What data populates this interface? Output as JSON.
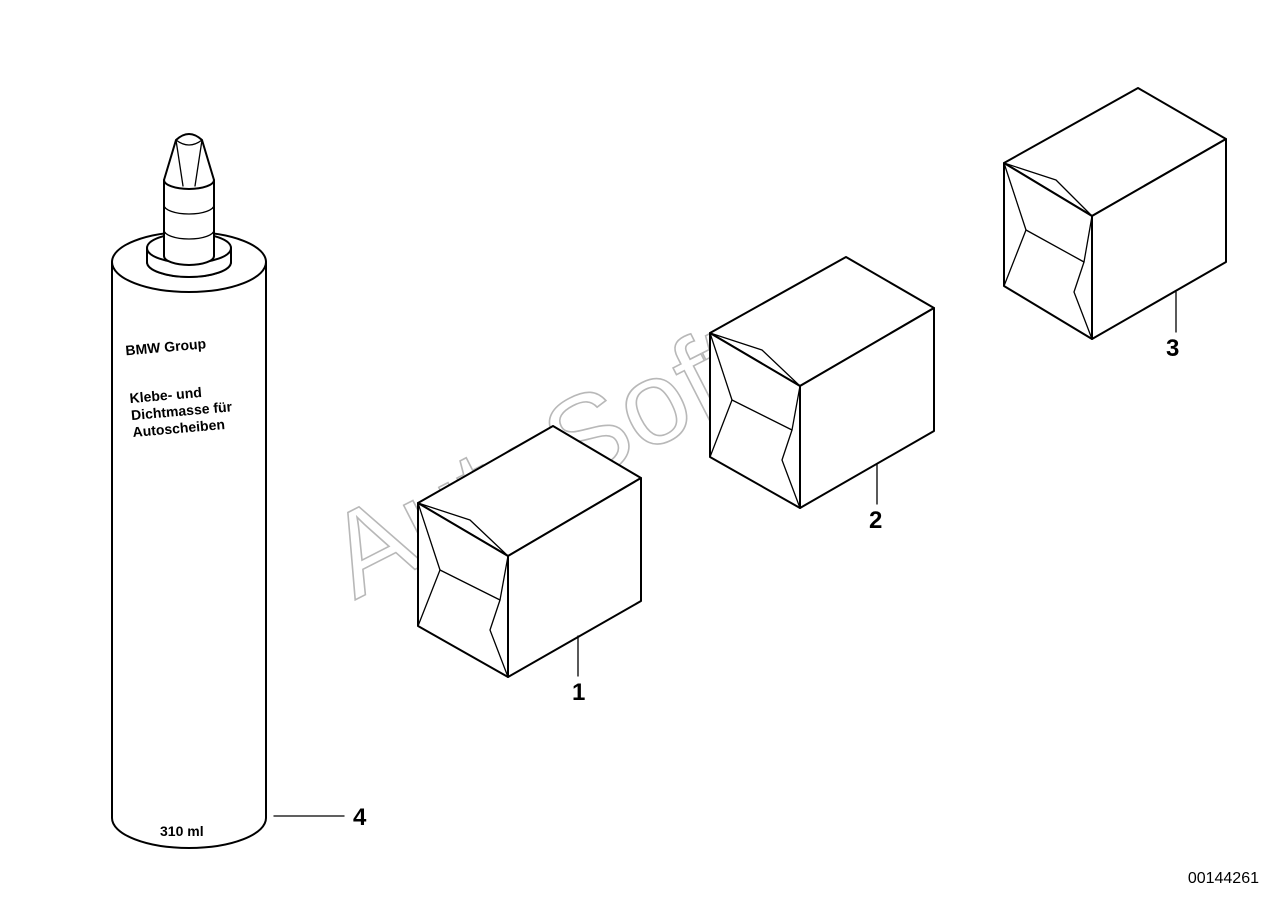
{
  "watermark": "AutoSoft",
  "tube": {
    "brand": "BMW Group",
    "description_lines": [
      "Klebe- und",
      "Dichtmasse für",
      "Autoscheiben"
    ],
    "volume": "310 ml"
  },
  "callouts": [
    "1",
    "2",
    "3",
    "4"
  ],
  "reference_number": "00144261"
}
